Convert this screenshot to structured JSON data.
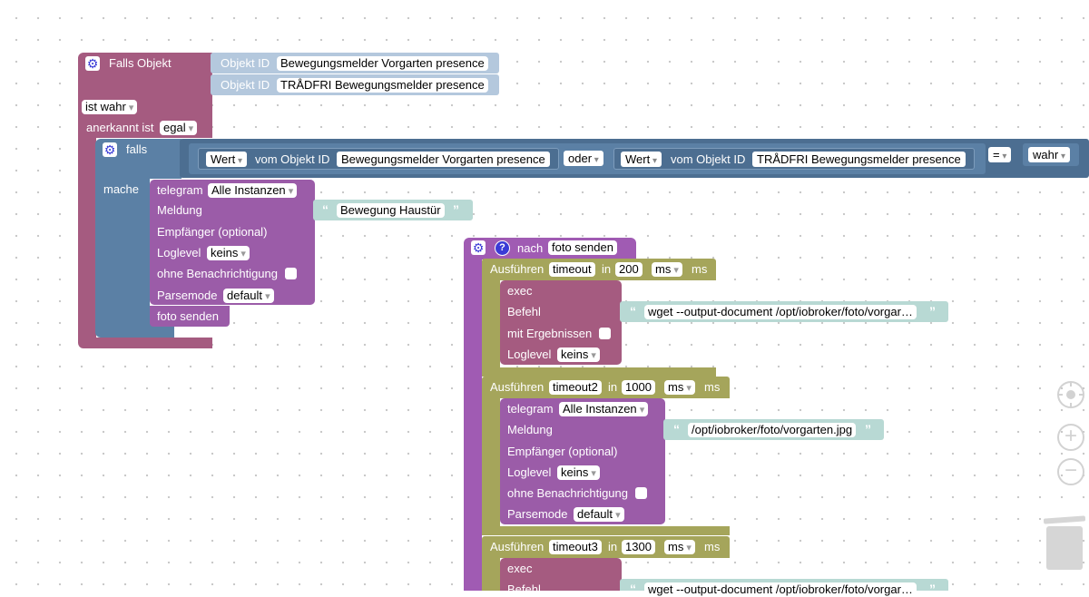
{
  "event_block": {
    "title": "Falls Objekt",
    "id_label": "Objekt ID",
    "ids": [
      "Bewegungsmelder Vorgarten presence",
      "TRÅDFRI Bewegungsmelder presence"
    ],
    "condition": "ist wahr",
    "ack_label": "anerkannt ist",
    "ack_value": "egal"
  },
  "if_block": {
    "label": "falls",
    "do_label": "mache",
    "left_value": "Wert",
    "of_label": "vom Objekt ID",
    "left_id": "Bewegungsmelder Vorgarten presence",
    "logic": "oder",
    "right_value": "Wert",
    "right_id": "TRÅDFRI Bewegungsmelder presence",
    "compare": "=",
    "bool": "wahr"
  },
  "telegram1": {
    "title": "telegram",
    "instance": "Alle Instanzen",
    "message_label": "Meldung",
    "message": "Bewegung Haustür",
    "recipient_label": "Empfänger (optional)",
    "loglevel_label": "Loglevel",
    "loglevel": "keins",
    "silent_label": "ohne Benachrichtigung",
    "parsemode_label": "Parsemode",
    "parsemode": "default"
  },
  "call": {
    "label": "foto senden"
  },
  "procedure": {
    "label": "nach",
    "name": "foto senden",
    "help": "?"
  },
  "timeouts": [
    {
      "label": "Ausführen",
      "name": "timeout",
      "in_label": "in",
      "value": "200",
      "unit": "ms",
      "unit_suffix": "ms"
    },
    {
      "label": "Ausführen",
      "name": "timeout2",
      "in_label": "in",
      "value": "1000",
      "unit": "ms",
      "unit_suffix": "ms"
    },
    {
      "label": "Ausführen",
      "name": "timeout3",
      "in_label": "in",
      "value": "1300",
      "unit": "ms",
      "unit_suffix": "ms"
    }
  ],
  "exec1": {
    "title": "exec",
    "command_label": "Befehl",
    "command": "wget --output-document /opt/iobroker/foto/vorgar…",
    "results_label": "mit Ergebnissen",
    "loglevel_label": "Loglevel",
    "loglevel": "keins"
  },
  "telegram2": {
    "title": "telegram",
    "instance": "Alle Instanzen",
    "message_label": "Meldung",
    "message": "/opt/iobroker/foto/vorgarten.jpg",
    "recipient_label": "Empfänger (optional)",
    "loglevel_label": "Loglevel",
    "loglevel": "keins",
    "silent_label": "ohne Benachrichtigung",
    "parsemode_label": "Parsemode",
    "parsemode": "default"
  },
  "exec2": {
    "title": "exec",
    "command_label": "Befehl",
    "command": "wget --output-document /opt/iobroker/foto/vorgar…"
  },
  "colors": {
    "event": "#a55b80",
    "logic": "#5b80a5",
    "telegram": "#9b5ca8",
    "timeout": "#a5a55b",
    "text": "#b8d9d4",
    "procedure": "#a05bb3"
  },
  "workspace": {
    "controls": [
      "target-icon",
      "zoom-in-icon",
      "zoom-out-icon",
      "trash-icon"
    ]
  }
}
